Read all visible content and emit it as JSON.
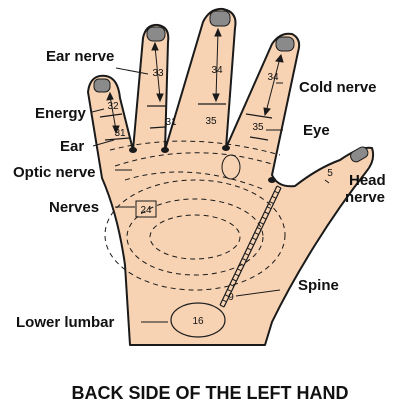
{
  "title": "BACK SIDE OF THE LEFT HAND",
  "colors": {
    "skin": "#f7d3b4",
    "outline": "#1a1a1a",
    "nail": "#8a8a8a",
    "background": "#ffffff"
  },
  "labels": {
    "ear_nerve": "Ear nerve",
    "energy": "Energy",
    "ear": "Ear",
    "optic_nerve": "Optic nerve",
    "nerves": "Nerves",
    "cold_nerve": "Cold nerve",
    "eye": "Eye",
    "head_nerve": "Head\nnerve",
    "spine": "Spine",
    "lower_lumbar": "Lower lumbar"
  },
  "zones": {
    "z33": "33",
    "z34_middle": "34",
    "z34_index": "34",
    "z32": "32",
    "z31_little": "31",
    "z31_ring": "31",
    "z35_middle": "35",
    "z35_index": "35",
    "z5": "5",
    "z24": "24",
    "z9": "9",
    "z16": "16"
  }
}
